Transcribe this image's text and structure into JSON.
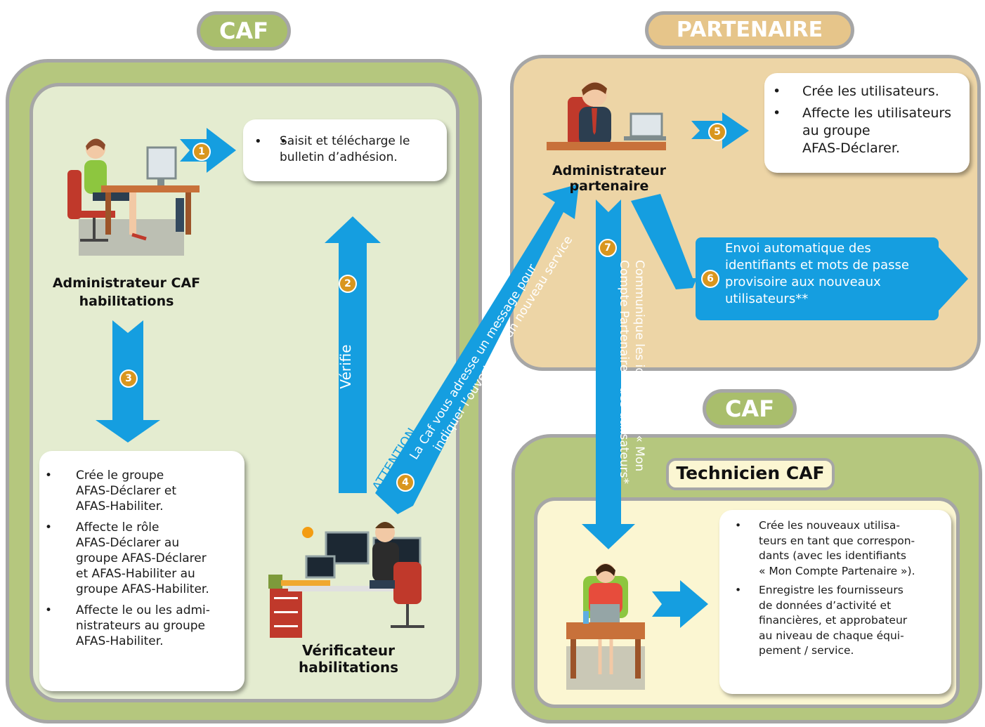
{
  "titles": {
    "caf_top": "CAF",
    "partenaire": "PARTENAIRE",
    "caf_bottom": "CAF",
    "technicien": "Technicien CAF"
  },
  "roles": {
    "admin_caf_line1": "Administrateur CAF",
    "admin_caf_line2": "habilitations",
    "verificateur": "Vérificateur habilitations",
    "admin_partenaire": "Administrateur partenaire"
  },
  "steps": {
    "s1": "1",
    "s2": "2",
    "s3": "3",
    "s4": "4",
    "s5": "5",
    "s6": "6",
    "s7": "7",
    "verifie": "Vérifie",
    "attention": "ATTENTION",
    "message_line1": "La Caf vous adresse un message pour",
    "message_line2": "indiquer l’ouverture d’un nouveau service",
    "communique_line1": "Communique les identifiants « Mon",
    "communique_line2": "Compte Partenaire » des utilisateurs*",
    "envoi_line1": "Envoi automatique des",
    "envoi_line2": "identifiants et mots de passe",
    "envoi_line3": "provisoire aux nouveaux",
    "envoi_line4": "utilisateurs**"
  },
  "boxes": {
    "saisit": [
      "Saisit et télécharge le",
      "bulletin d’adhésion."
    ],
    "caf_actions": [
      [
        "Crée le groupe",
        "AFAS-Déclarer et",
        "AFAS-Habiliter."
      ],
      [
        "Affecte le rôle",
        "AFAS-Déclarer au",
        "groupe AFAS-Déclarer",
        "et AFAS-Habiliter au",
        "groupe AFAS-Habiliter."
      ],
      [
        "Affecte le ou les admi-",
        "nistrateurs au groupe",
        "AFAS-Habiliter."
      ]
    ],
    "partenaire_actions": [
      [
        "Crée les utilisateurs."
      ],
      [
        "Affecte les utilisateurs",
        "au groupe",
        "AFAS-Déclarer."
      ]
    ],
    "technicien_actions": [
      [
        "Crée les nouveaux utilisa-",
        "teurs en tant que correspon-",
        "dants (avec les identifiants",
        "« Mon Compte Partenaire »)."
      ],
      [
        "Enregistre les fournisseurs",
        "de données d’activité et",
        "financières, et approbateur",
        "au niveau de chaque équi-",
        "pement / service."
      ]
    ]
  },
  "colors": {
    "caf_green": "#b5c77e",
    "caf_inner": "#e4ecd0",
    "partenaire_tan": "#edd5a6",
    "arrow_blue": "#159ee0",
    "badge_gold": "#d9961e",
    "tech_inner": "#fbf6d2"
  }
}
